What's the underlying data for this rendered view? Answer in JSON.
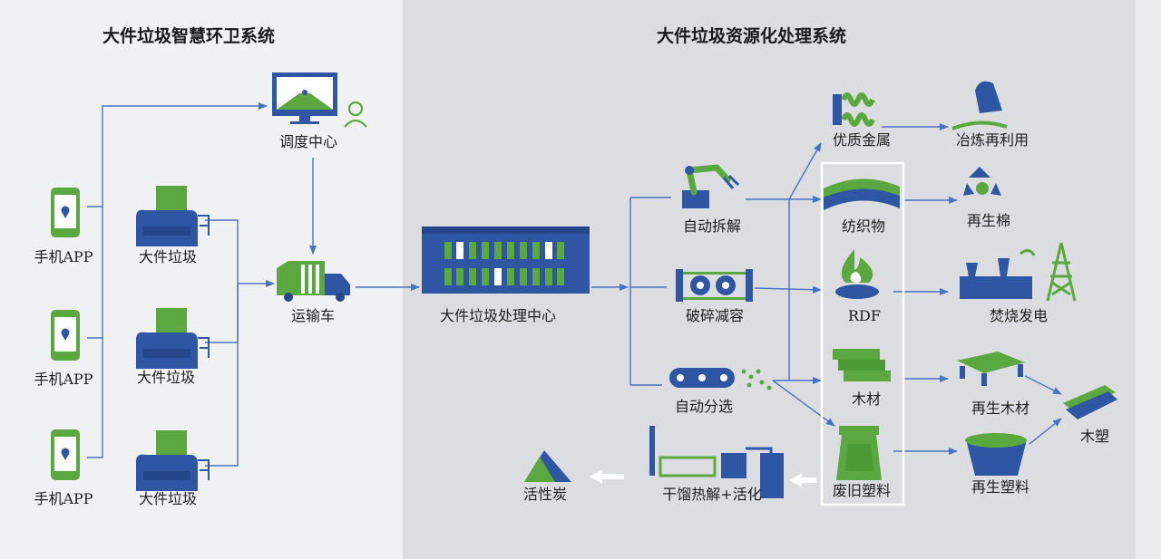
{
  "left_title": "大件垃圾智慧环卫系统",
  "right_title": "大件垃圾资源化处理系统",
  "nodes": {
    "app1": "手机APP",
    "app2": "手机APP",
    "app3": "手机APP",
    "waste1": "大件垃圾",
    "waste2": "大件垃圾",
    "waste3": "大件垃圾",
    "dispatch": "调度中心",
    "truck": "运输车",
    "center": "大件垃圾处理中心",
    "dismantle": "自动拆解",
    "crush": "破碎减容",
    "sort": "自动分选",
    "metal": "优质金属",
    "smelt": "冶炼再利用",
    "textile": "纺织物",
    "cotton": "再生棉",
    "rdf": "RDF",
    "power": "焚烧发电",
    "wood": "木材",
    "rewood": "再生木材",
    "woodplastic": "木塑",
    "plastic": "废旧塑料",
    "replastic": "再生塑料",
    "pyrolysis": "干馏热解+活化",
    "carbon": "活性炭"
  },
  "colors": {
    "brand_blue": "#2f56a3",
    "brand_green": "#5aa83f",
    "arrow": "#4a72c0"
  }
}
